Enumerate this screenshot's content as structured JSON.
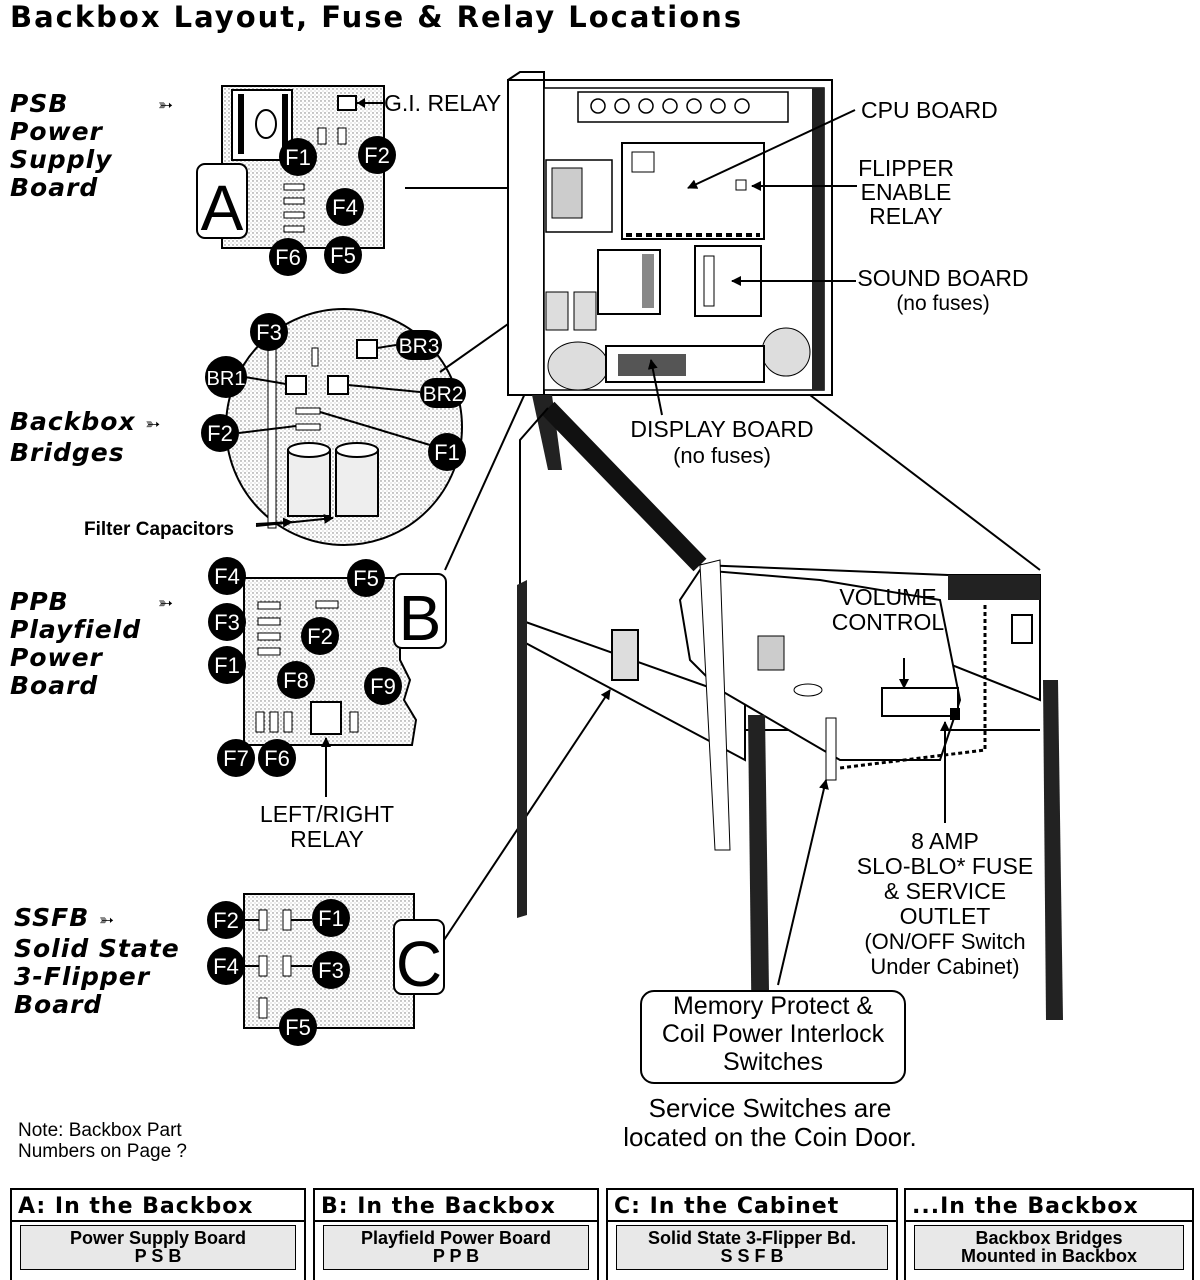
{
  "title": "Backbox Layout, Fuse & Relay Locations",
  "sections": {
    "psb": {
      "line1": "PSB",
      "line2": "Power",
      "line3": "Supply",
      "line4": "Board",
      "letter": "A"
    },
    "bridges": {
      "line1": "Backbox",
      "line2": "Bridges"
    },
    "ppb": {
      "line1": "PPB",
      "line2": "Playfield",
      "line3": "Power",
      "line4": "Board",
      "letter": "B"
    },
    "ssfb": {
      "line1": "SSFB",
      "line2": "Solid State",
      "line3": "3-Flipper",
      "line4": "Board",
      "letter": "C"
    }
  },
  "psb_fuses": [
    "F1",
    "F2",
    "F4",
    "F6",
    "F5"
  ],
  "bridge_labels": [
    "F3",
    "BR3",
    "BR1",
    "BR2",
    "F2",
    "F1"
  ],
  "ppb_fuses": [
    "F4",
    "F5",
    "F3",
    "F2",
    "F1",
    "F8",
    "F9",
    "F7",
    "F6"
  ],
  "ssfb_fuses": [
    "F2",
    "F1",
    "F4",
    "F3",
    "F5"
  ],
  "labels": {
    "gi_relay": "G.I. RELAY",
    "cpu_board": "CPU BOARD",
    "flipper_enable_1": "FLIPPER",
    "flipper_enable_2": "ENABLE",
    "flipper_enable_3": "RELAY",
    "sound_board_1": "SOUND BOARD",
    "sound_board_2": "(no fuses)",
    "display_board_1": "DISPLAY BOARD",
    "display_board_2": "(no fuses)",
    "filter_capacitors": "Filter Capacitors",
    "volume_1": "VOLUME",
    "volume_2": "CONTROL",
    "left_right_1": "LEFT/RIGHT",
    "left_right_2": "RELAY",
    "amp_1": "8 AMP",
    "amp_2": "SLO-BLO* FUSE",
    "amp_3": "& SERVICE",
    "amp_4": "OUTLET",
    "amp_5": "(ON/OFF Switch",
    "amp_6": "Under Cabinet)",
    "memory_1": "Memory Protect &",
    "memory_2": "Coil Power Interlock",
    "memory_3": "Switches",
    "service_1": "Service Switches are",
    "service_2": "located on the Coin Door.",
    "note_1": "Note: Backbox Part",
    "note_2": "Numbers on Page ?"
  },
  "arrow_glyph": "➳",
  "tables": [
    {
      "header": "A:  In the Backbox",
      "sub1": "Power Supply Board",
      "sub2": "P S B"
    },
    {
      "header": "B:  In the Backbox",
      "sub1": "Playfield Power Board",
      "sub2": "P P B"
    },
    {
      "header": "C:  In the Cabinet",
      "sub1": "Solid State 3-Flipper Bd.",
      "sub2": "S S F B"
    },
    {
      "header": "...In the Backbox",
      "sub1": "Backbox Bridges",
      "sub2": "Mounted in Backbox"
    }
  ]
}
